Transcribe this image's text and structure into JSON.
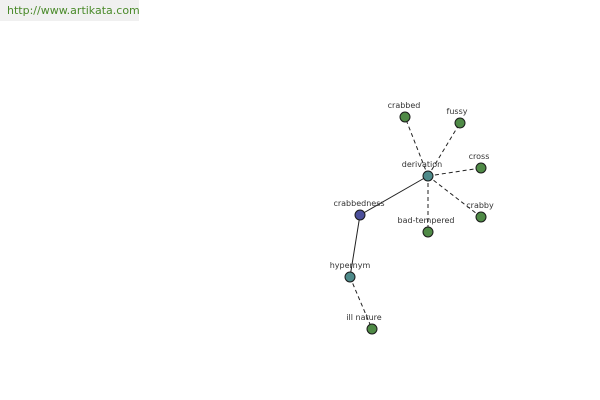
{
  "header": {
    "url": "http://www.artikata.com"
  },
  "colors": {
    "root_node": "#4b4f9a",
    "relation_node": "#4e8a8a",
    "leaf_node": "#4f8a46",
    "edge": "#222222",
    "url_text": "#4a8a2a"
  },
  "graph": {
    "nodes": [
      {
        "id": "crabbedness",
        "label": "crabbedness",
        "kind": "root"
      },
      {
        "id": "derivation",
        "label": "derivation",
        "kind": "relation"
      },
      {
        "id": "hypernym",
        "label": "hypernym",
        "kind": "relation"
      },
      {
        "id": "crabbed",
        "label": "crabbed",
        "kind": "leaf"
      },
      {
        "id": "fussy",
        "label": "fussy",
        "kind": "leaf"
      },
      {
        "id": "cross",
        "label": "cross",
        "kind": "leaf"
      },
      {
        "id": "crabby",
        "label": "crabby",
        "kind": "leaf"
      },
      {
        "id": "bad-tempered",
        "label": "bad-tempered",
        "kind": "leaf"
      },
      {
        "id": "ill-nature",
        "label": "ill nature",
        "kind": "leaf"
      }
    ],
    "edges": [
      {
        "from": "crabbedness",
        "to": "derivation",
        "style": "solid"
      },
      {
        "from": "crabbedness",
        "to": "hypernym",
        "style": "solid"
      },
      {
        "from": "derivation",
        "to": "crabbed",
        "style": "dashed"
      },
      {
        "from": "derivation",
        "to": "fussy",
        "style": "dashed"
      },
      {
        "from": "derivation",
        "to": "cross",
        "style": "dashed"
      },
      {
        "from": "derivation",
        "to": "crabby",
        "style": "dashed"
      },
      {
        "from": "derivation",
        "to": "bad-tempered",
        "style": "dashed"
      },
      {
        "from": "hypernym",
        "to": "ill-nature",
        "style": "dashed"
      }
    ]
  }
}
